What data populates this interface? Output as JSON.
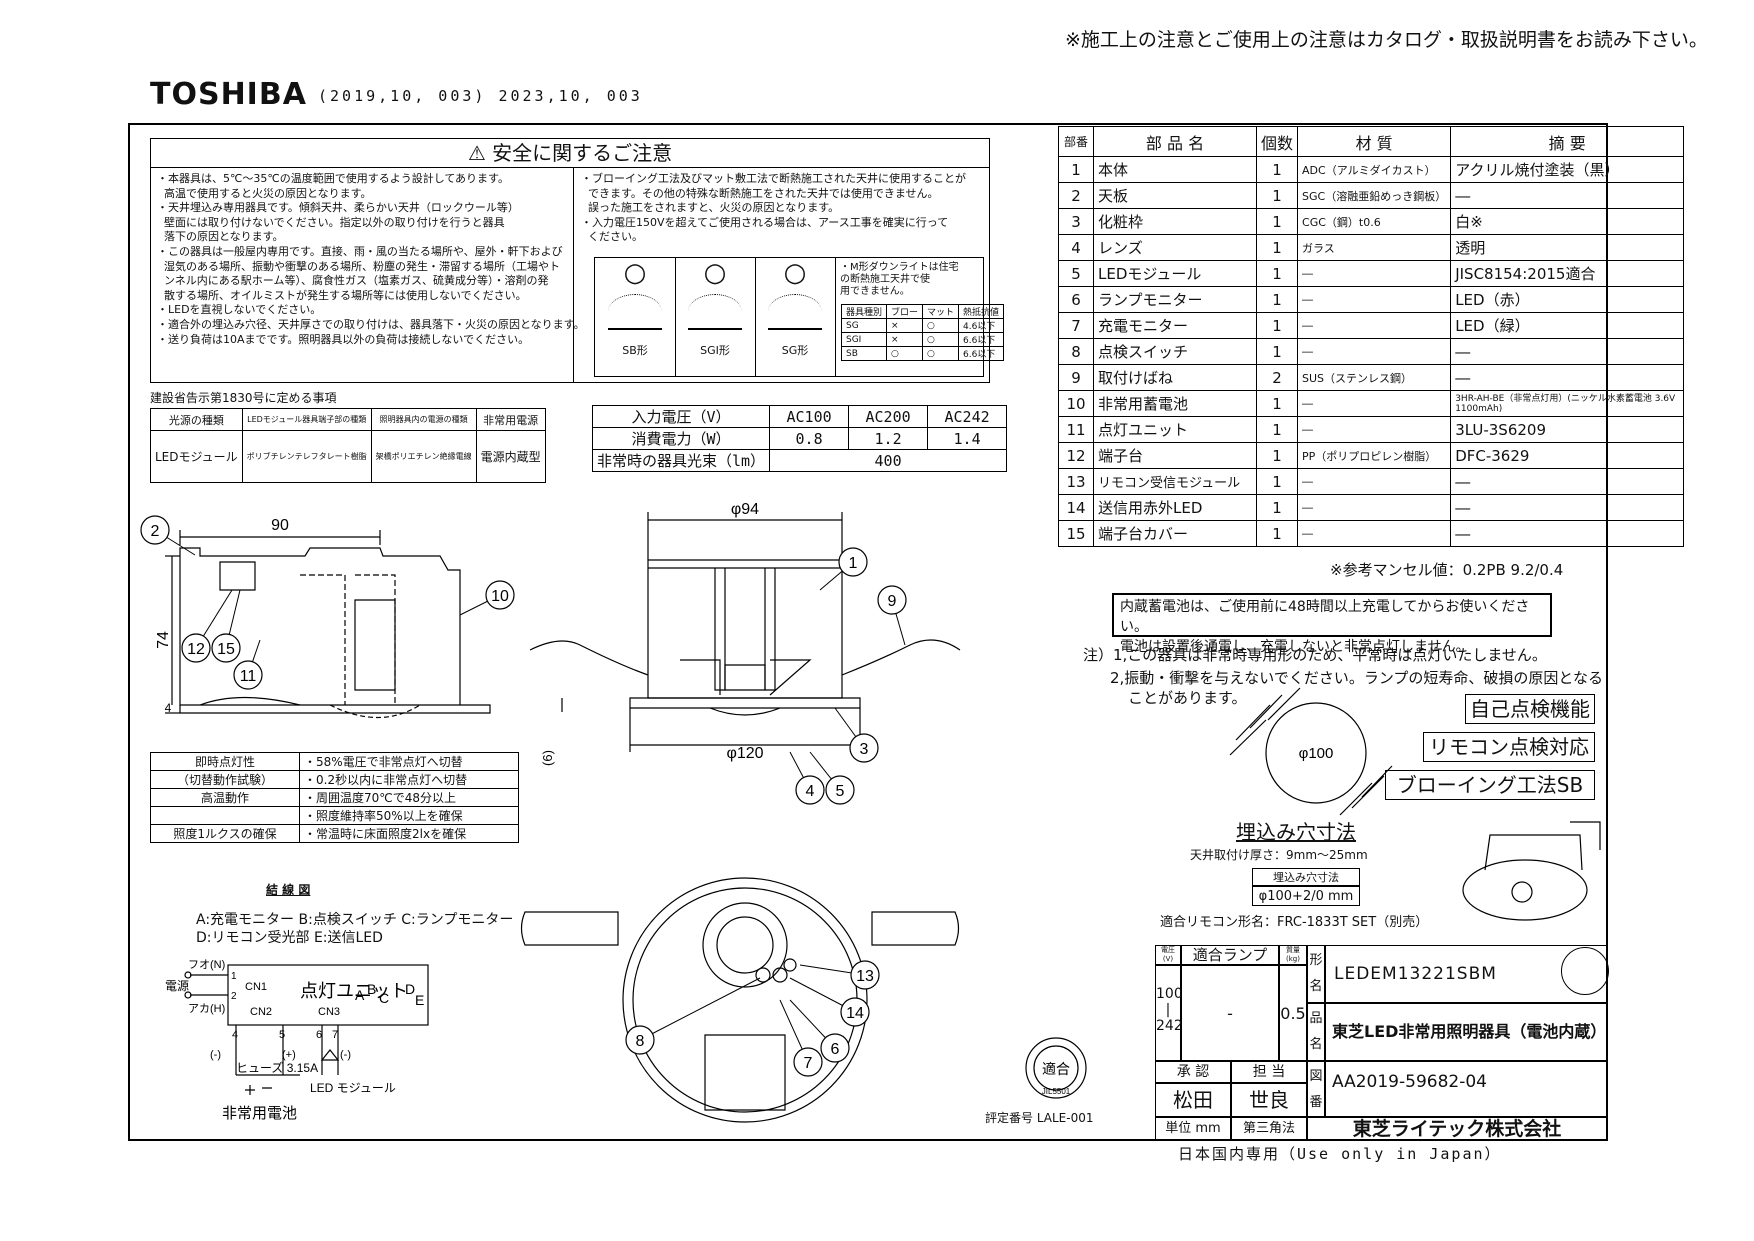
{
  "header": {
    "note_top": "※施工上の注意とご使用上の注意はカタログ・取扱説明書をお読み下さい。",
    "brand": "TOSHIBA",
    "revision": "(2019,10, 003) 2023,10, 003"
  },
  "safety": {
    "title": "安全に関するご注意",
    "left_lines": [
      "・本器具は、5℃～35℃の温度範囲で使用するよう設計してあります。",
      "  高温で使用すると火災の原因となります。",
      "・天井埋込み専用器具です。傾斜天井、柔らかい天井（ロックウール等）",
      "  壁面には取り付けないでください。指定以外の取り付けを行うと器具",
      "  落下の原因となります。",
      "・この器具は一般屋内専用です。直接、雨・風の当たる場所や、屋外・軒下および",
      "  湿気のある場所、振動や衝撃のある場所、粉塵の発生・滞留する場所（工場やト",
      "  ンネル内にある駅ホーム等）、腐食性ガス（塩素ガス、硫黄成分等）・溶剤の発",
      "  散する場所、オイルミストが発生する場所等には使用しないでください。",
      "・LEDを直視しないでください。",
      "・適合外の埋込み穴径、天井厚さでの取り付けは、器具落下・火災の原因となります。",
      "・送り負荷は10Aまでです。照明器具以外の負荷は接続しないでください。"
    ],
    "right_lines": [
      "・ブローイング工法及びマット敷工法で断熱施工された天井に使用することが",
      "  できます。その他の特殊な断熱施工をされた天井では使用できません。",
      "  誤った施工をされますと、火災の原因となります。",
      "・入力電圧150Vを超えてご使用される場合は、アース工事を確実に行って",
      "  ください。"
    ],
    "shapes": [
      "SB形",
      "SGI形",
      "SG形"
    ],
    "m_note": [
      "・M形ダウンライトは住宅",
      "の断熱施工天井で使",
      "用できません。"
    ],
    "mini_table": {
      "header": [
        "器具種別",
        "ブロー",
        "マット",
        "熱抵抗値"
      ],
      "rows": [
        [
          "SG",
          "×",
          "○",
          "4.6以下"
        ],
        [
          "SGI",
          "×",
          "○",
          "6.6以下"
        ],
        [
          "SB",
          "○",
          "○",
          "6.6以下"
        ]
      ]
    }
  },
  "kokuji": {
    "caption": "建設省告示第1830号に定める事項",
    "headers": [
      "光源の種類",
      "LEDモジュール器具端子部の種類",
      "照明器具内の電源の種類",
      "非常用電源"
    ],
    "row": [
      "LEDモジュール",
      "ポリブチレンテレフタレート樹脂",
      "架橋ポリエチレン絶縁電線",
      "電源内蔵型"
    ]
  },
  "power": {
    "rows": [
      [
        "入力電圧（V）",
        "AC100",
        "AC200",
        "AC242"
      ],
      [
        "消費電力（W）",
        "0.8",
        "1.2",
        "1.4"
      ]
    ],
    "flux_label": "非常時の器具光束（lm）",
    "flux_value": "400"
  },
  "parts": {
    "headers": [
      "部番",
      "部 品 名",
      "個数",
      "材 質",
      "摘 要"
    ],
    "rows": [
      [
        "1",
        "本体",
        "1",
        "ADC（アルミダイカスト）",
        "アクリル焼付塗装（黒）"
      ],
      [
        "2",
        "天板",
        "1",
        "SGC（溶融亜鉛めっき鋼板）",
        "―"
      ],
      [
        "3",
        "化粧枠",
        "1",
        "CGC（鋼）t0.6",
        "白※"
      ],
      [
        "4",
        "レンズ",
        "1",
        "ガラス",
        "透明"
      ],
      [
        "5",
        "LEDモジュール",
        "1",
        "―",
        "JISC8154:2015適合"
      ],
      [
        "6",
        "ランプモニター",
        "1",
        "―",
        "LED（赤）"
      ],
      [
        "7",
        "充電モニター",
        "1",
        "―",
        "LED（緑）"
      ],
      [
        "8",
        "点検スイッチ",
        "1",
        "―",
        "―"
      ],
      [
        "9",
        "取付けばね",
        "2",
        "SUS（ステンレス鋼）",
        "―"
      ],
      [
        "10",
        "非常用蓄電池",
        "1",
        "―",
        "3HR-AH-BE（非常点灯用）(ニッケル水素蓄電池 3.6V 1100mAh)"
      ],
      [
        "11",
        "点灯ユニット",
        "1",
        "―",
        "3LU-3S6209"
      ],
      [
        "12",
        "端子台",
        "1",
        "PP（ポリプロピレン樹脂）",
        "DFC-3629"
      ],
      [
        "13",
        "リモコン受信モジュール",
        "1",
        "―",
        "―"
      ],
      [
        "14",
        "送信用赤外LED",
        "1",
        "―",
        "―"
      ],
      [
        "15",
        "端子台カバー",
        "1",
        "―",
        "―"
      ]
    ],
    "munsell": "※参考マンセル値：0.2PB 9.2/0.4"
  },
  "notes": {
    "battery_box": [
      "内蔵蓄電池は、ご使用前に48時間以上充電してからお使いください。",
      "電池は設置後通電し、充電しないと非常点灯しません。"
    ],
    "note1": "注）1,この器具は非常時専用形のため、平常時は点灯いたしません。",
    "note2a": "2,振動・衝撃を与えないでください。ランプの短寿命、破損の原因となる",
    "note2b": "ことがあります。",
    "features": [
      "自己点検機能",
      "リモコン点検対応",
      "ブローイング工法SB"
    ]
  },
  "embed": {
    "hole": "φ100",
    "title": "埋込み穴寸法",
    "thickness": "天井取付け厚さ：9mm～25mm",
    "table_head": "埋込み穴寸法",
    "table_val": "φ100+2/0 mm",
    "remote": "適合リモコン形名：FRC-1833T SET（別売）"
  },
  "dims": {
    "side_w": "90",
    "side_h": "74",
    "side_t": "4",
    "front_top": "φ94",
    "front_bottom": "φ120",
    "front_gap": "(6)"
  },
  "callouts": [
    "1",
    "2",
    "3",
    "4",
    "5",
    "6",
    "7",
    "8",
    "9",
    "10",
    "11",
    "12",
    "13",
    "14",
    "15"
  ],
  "performance": {
    "rows": [
      [
        "即時点灯性",
        "・58%電圧で非常点灯へ切替"
      ],
      [
        "（切替動作試験）",
        "・0.2秒以内に非常点灯へ切替"
      ],
      [
        "高温動作",
        "・周囲温度70℃で48分以上"
      ],
      [
        "",
        "・照度維持率50%以上を確保"
      ],
      [
        "照度1ルクスの確保",
        "・常温時に床面照度2lxを確保"
      ]
    ]
  },
  "wiring": {
    "title": "結 線 図",
    "legend1": "A:充電モニター B:点検スイッチ C:ランプモニター",
    "legend2": "D:リモコン受光部 E:送信LED",
    "unit": "点灯ユニット",
    "power_label": "電源",
    "white": "フオ(N)",
    "black": "アカ(H)",
    "cn1": "CN1",
    "cn2": "CN2",
    "cn3": "CN3",
    "pins": [
      "1",
      "2",
      "4",
      "5",
      "6",
      "7"
    ],
    "fuse": "ヒューズ 3.15A",
    "led": "LED モジュール",
    "battery": "非常用電池",
    "minus": "(-)",
    "plus": "(+)",
    "letters": [
      "A",
      "B",
      "C",
      "D",
      "E"
    ]
  },
  "stamp": {
    "text": "適合",
    "ring": "JIL5501"
  },
  "title_block": {
    "voltage_head": "電圧(V)",
    "lamp_head": "適合ランプ",
    "mass_head": "質量(kg)",
    "voltage": "100 | 242",
    "lamp": "-",
    "mass": "0.5",
    "model_label": "形名",
    "model": "LEDEM13221SBM",
    "name_label": "品名",
    "name": "東芝LED非常用照明器具（電池内蔵）",
    "approve": "承 認",
    "charge": "担 当",
    "approver": "松田",
    "person": "世良",
    "drawing_label": "図番",
    "drawing_no": "AA2019-59682-04",
    "unit": "単位 mm",
    "angle": "第三角法",
    "company": "東芝ライテック株式会社",
    "rating": "評定番号 LALE-001",
    "domestic": "日本国内専用（Use only in Japan）"
  }
}
